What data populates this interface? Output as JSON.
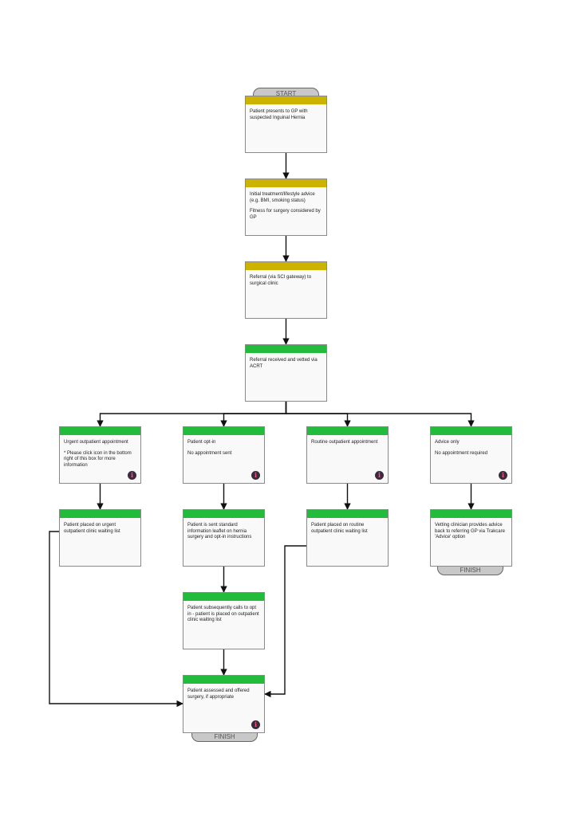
{
  "terminals": {
    "start": "START",
    "finish_advice": "FINISH",
    "finish_main": "FINISH"
  },
  "nodes": {
    "presents": {
      "lines": [
        "Patient presents to GP with suspected Inguinal Hernia"
      ],
      "color": "#cbb300"
    },
    "initial": {
      "lines": [
        "Initial treatment/lifestyle advice (e.g. BMI, smoking status)",
        "Fitness for surgery considered by GP"
      ],
      "color": "#cbb300"
    },
    "referral": {
      "lines": [
        "Referral (via SCI gateway) to surgical clinic"
      ],
      "color": "#cbb300"
    },
    "vetted": {
      "lines": [
        "Referral received and vetted via ACRT"
      ],
      "color": "#22bb3c"
    },
    "urgent": {
      "lines": [
        "Urgent outpatient appointment",
        "* Please click icon in the bottom right of this box for more information"
      ],
      "color": "#22bb3c"
    },
    "optin": {
      "lines": [
        "Patient opt-in",
        "No appointment sent"
      ],
      "color": "#22bb3c"
    },
    "routine": {
      "lines": [
        "Routine outpatient appointment"
      ],
      "color": "#22bb3c"
    },
    "advice": {
      "lines": [
        "Advice only",
        "No appointment required"
      ],
      "color": "#22bb3c"
    },
    "urgent_list": {
      "lines": [
        "Patient placed on urgent outpatient clinic waiting list"
      ],
      "color": "#22bb3c"
    },
    "leaflet": {
      "lines": [
        "Patient is sent standard information leaflet on hernia surgery and opt-in instructions"
      ],
      "color": "#22bb3c"
    },
    "routine_list": {
      "lines": [
        "Patient placed on routine outpatient clinic waiting list"
      ],
      "color": "#22bb3c"
    },
    "vetting_advice": {
      "lines": [
        "Vetting clinician provides advice back to referring GP via Trakcare 'Advice' option"
      ],
      "color": "#22bb3c"
    },
    "calls": {
      "lines": [
        "Patient subsequently calls to opt in - patient is placed on outpatient clinic waiting list"
      ],
      "color": "#22bb3c"
    },
    "assessed": {
      "lines": [
        "Patient assessed and offered surgery, if appropriate"
      ],
      "color": "#22bb3c"
    }
  },
  "info_icons": [
    "urgent",
    "optin",
    "routine",
    "advice",
    "assessed"
  ],
  "info_glyph": "i",
  "edges": [
    [
      "presents",
      "initial"
    ],
    [
      "initial",
      "referral"
    ],
    [
      "referral",
      "vetted"
    ],
    [
      "vetted",
      "urgent"
    ],
    [
      "vetted",
      "optin"
    ],
    [
      "vetted",
      "routine"
    ],
    [
      "vetted",
      "advice"
    ],
    [
      "urgent",
      "urgent_list"
    ],
    [
      "optin",
      "leaflet"
    ],
    [
      "routine",
      "routine_list"
    ],
    [
      "advice",
      "vetting_advice"
    ],
    [
      "leaflet",
      "calls"
    ],
    [
      "calls",
      "assessed"
    ],
    [
      "urgent_list",
      "assessed"
    ],
    [
      "routine_list",
      "assessed"
    ]
  ]
}
